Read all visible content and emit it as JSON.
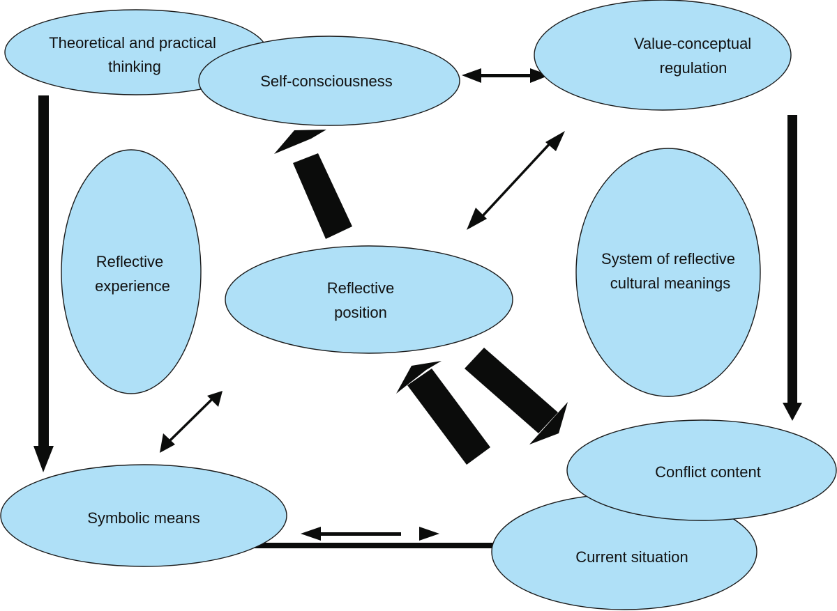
{
  "diagram": {
    "colors": {
      "node_fill": "#afe0f7",
      "node_stroke": "#1a1a1a",
      "arrow": "#0b0c0b",
      "text": "#111111",
      "background": "#ffffff"
    },
    "nodes": {
      "theoretical": {
        "line1": "Theoretical and practical",
        "line2": "thinking"
      },
      "self_consciousness": {
        "line1": "Self-consciousness"
      },
      "value_conceptual": {
        "line1": "Value-conceptual",
        "line2": "regulation"
      },
      "reflective_experience": {
        "line1": "Reflective",
        "line2": "experience"
      },
      "reflective_position": {
        "line1": "Reflective",
        "line2": "position"
      },
      "system_meanings": {
        "line1": "System of reflective",
        "line2": "cultural meanings"
      },
      "symbolic_means": {
        "line1": "Symbolic means"
      },
      "conflict_content": {
        "line1": "Conflict content"
      },
      "current_situation": {
        "line1": "Current situation"
      }
    },
    "edges": [
      {
        "from": "Theoretical and practical thinking",
        "to": "Symbolic means",
        "type": "one-way"
      },
      {
        "from": "Value-conceptual regulation",
        "to": "Conflict content",
        "type": "one-way"
      },
      {
        "from": "Self-consciousness",
        "to": "Value-conceptual regulation",
        "type": "two-way"
      },
      {
        "from": "Reflective position",
        "to": "Self-consciousness",
        "type": "one-way-bold"
      },
      {
        "from": "Reflective position",
        "to": "Value-conceptual regulation",
        "type": "two-way"
      },
      {
        "from": "Symbolic means",
        "to": "Reflective position",
        "type": "two-way"
      },
      {
        "from": "Conflict content",
        "to": "Reflective position",
        "type": "one-way-bold"
      },
      {
        "from": "Reflective position",
        "to": "Conflict content",
        "type": "one-way-bold"
      },
      {
        "from": "Symbolic means",
        "to": "Current situation",
        "type": "two-way"
      }
    ]
  }
}
